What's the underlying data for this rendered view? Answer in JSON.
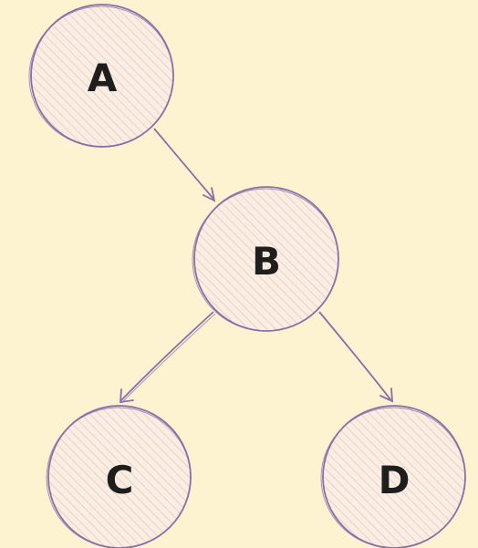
{
  "colors": {
    "background": "#fef3d1",
    "stroke": "#8a6fa8",
    "hatch": "#e5d2dd",
    "fill": "#fbeedf",
    "text": "#1e1e1e"
  },
  "nodes": [
    {
      "id": "a",
      "label": "A"
    },
    {
      "id": "b",
      "label": "B"
    },
    {
      "id": "c",
      "label": "C"
    },
    {
      "id": "d",
      "label": "D"
    }
  ],
  "edges": [
    {
      "from": "a",
      "to": "b"
    },
    {
      "from": "b",
      "to": "c"
    },
    {
      "from": "b",
      "to": "d"
    }
  ]
}
